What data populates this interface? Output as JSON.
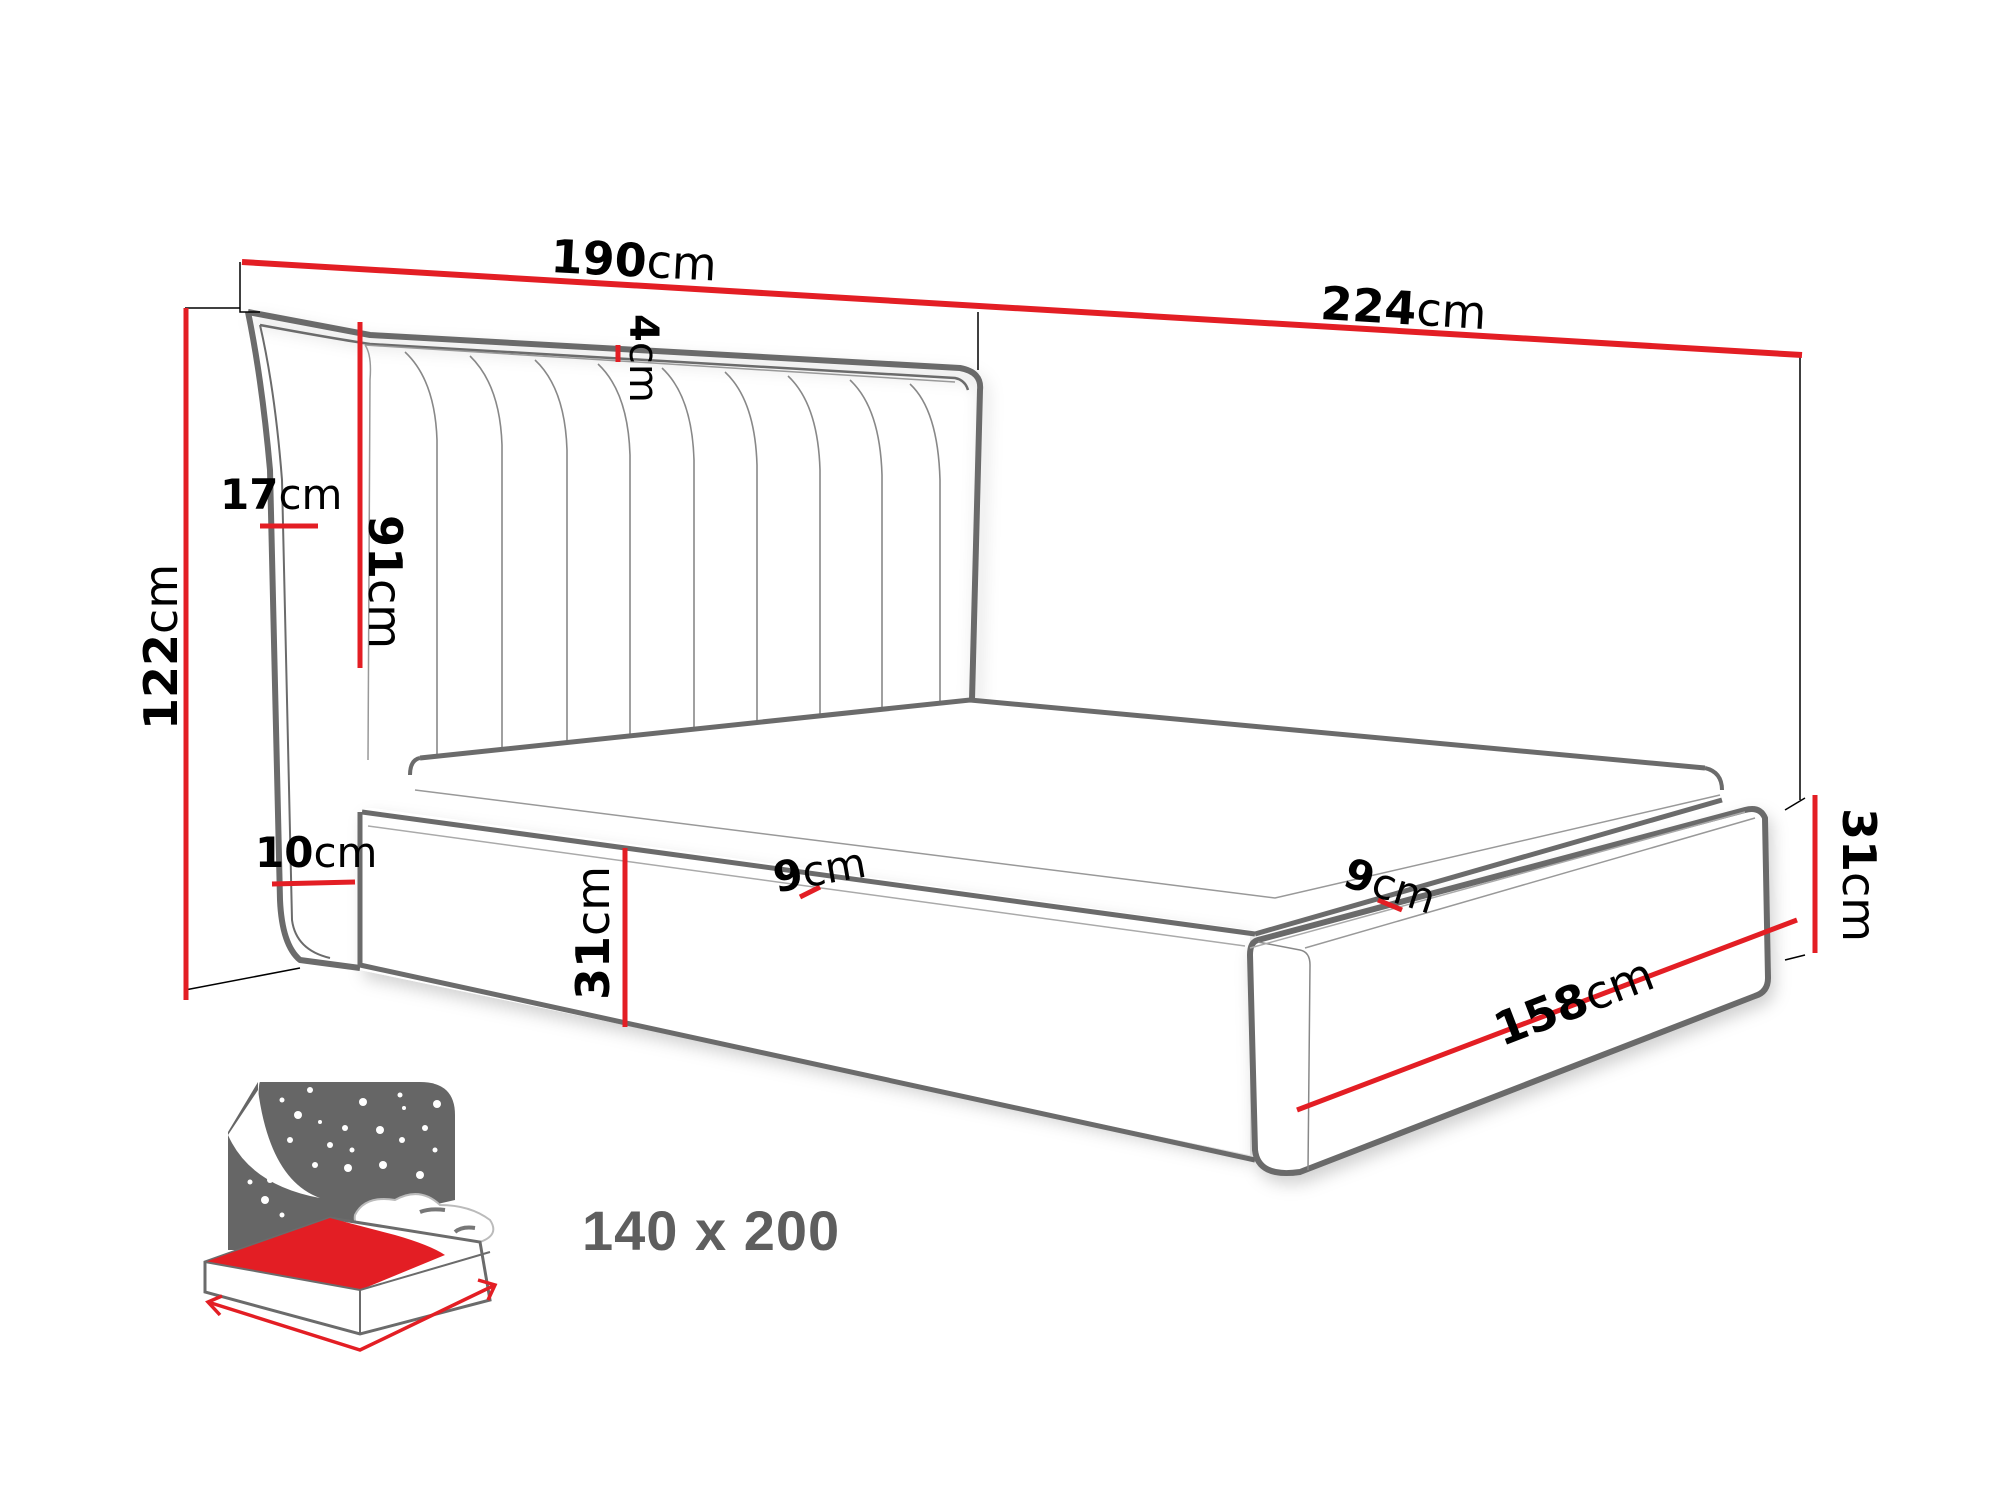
{
  "diagram": {
    "subject": "Upholstered bed with tall channel-tufted headboard",
    "units": "cm",
    "colors": {
      "dimension_line": "#e31e24",
      "outline": "#6b6b6b",
      "icon_background": "#666666",
      "icon_sheet": "#e31e24",
      "size_text": "#5e5e5e"
    },
    "dimensions": {
      "headboard_width": {
        "value": "190",
        "unit": "cm"
      },
      "total_length": {
        "value": "224",
        "unit": "cm"
      },
      "total_height": {
        "value": "122",
        "unit": "cm"
      },
      "headboard_panel_height": {
        "value": "91",
        "unit": "cm"
      },
      "headboard_top_thickness": {
        "value": "4",
        "unit": "cm"
      },
      "headboard_side_wing": {
        "value": "17",
        "unit": "cm"
      },
      "headboard_base_depth": {
        "value": "10",
        "unit": "cm"
      },
      "frame_side_height": {
        "value": "31",
        "unit": "cm"
      },
      "frame_end_height": {
        "value": "31",
        "unit": "cm"
      },
      "frame_side_rail": {
        "value": "9",
        "unit": "cm"
      },
      "frame_end_rail": {
        "value": "9",
        "unit": "cm"
      },
      "footboard_width": {
        "value": "158",
        "unit": "cm"
      }
    },
    "mattress_icon": {
      "size_label": "140 x 200"
    }
  }
}
